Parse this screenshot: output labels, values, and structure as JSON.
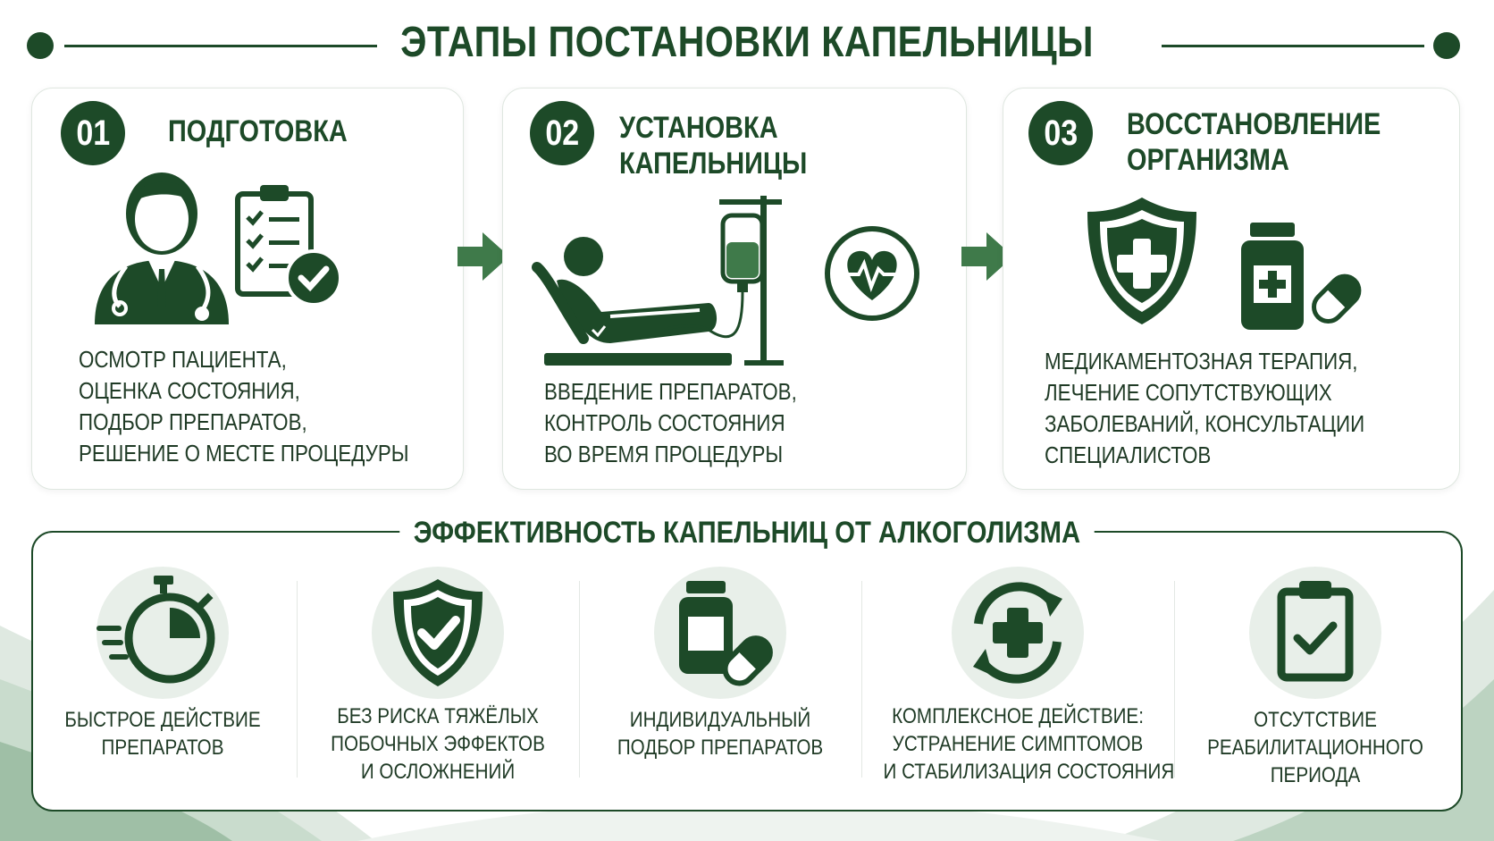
{
  "header": {
    "title": "ЭТАПЫ ПОСТАНОВКИ КАПЕЛЬНИЦЫ"
  },
  "stages": [
    {
      "number": "01",
      "title_lines": [
        "ПОДГОТОВКА"
      ],
      "desc_lines": [
        "ОСМОТР ПАЦИЕНТА,",
        "ОЦЕНКА СОСТОЯНИЯ,",
        "ПОДБОР ПРЕПАРАТОВ,",
        "РЕШЕНИЕ О МЕСТЕ ПРОЦЕДУРЫ"
      ],
      "icons": [
        "doctor-icon",
        "checklist-icon"
      ]
    },
    {
      "number": "02",
      "title_lines": [
        "УСТАНОВКА",
        "КАПЕЛЬНИЦЫ"
      ],
      "desc_lines": [
        "ВВЕДЕНИЕ ПРЕПАРАТОВ,",
        "КОНТРОЛЬ СОСТОЯНИЯ",
        "ВО ВРЕМЯ ПРОЦЕДУРЫ"
      ],
      "icons": [
        "patient-drip-icon",
        "heartbeat-icon"
      ]
    },
    {
      "number": "03",
      "title_lines": [
        "ВОССТАНОВЛЕНИЕ",
        "ОРГАНИЗМА"
      ],
      "desc_lines": [
        "МЕДИКАМЕНТОЗНАЯ ТЕРАПИЯ,",
        "ЛЕЧЕНИЕ СОПУТСТВУЮЩИХ",
        "ЗАБОЛЕВАНИЙ, КОНСУЛЬТАЦИИ",
        "СПЕЦИАЛИСТОВ"
      ],
      "icons": [
        "shield-cross-icon",
        "medicine-icon"
      ]
    }
  ],
  "efficiency": {
    "title": "ЭФФЕКТИВНОСТЬ КАПЕЛЬНИЦ ОТ АЛКОГОЛИЗМА",
    "items": [
      {
        "icon": "stopwatch-icon",
        "lines": [
          "БЫСТРОЕ ДЕЙСТВИЕ",
          "ПРЕПАРАТОВ"
        ]
      },
      {
        "icon": "shield-check-icon",
        "lines": [
          "БЕЗ РИСКА ТЯЖЁЛЫХ",
          "ПОБОЧНЫХ ЭФФЕКТОВ",
          "И ОСЛОЖНЕНИЙ"
        ]
      },
      {
        "icon": "pills-icon",
        "lines": [
          "ИНДИВИДУАЛЬНЫЙ",
          "ПОДБОР ПРЕПАРАТОВ"
        ]
      },
      {
        "icon": "cycle-cross-icon",
        "lines": [
          "КОМПЛЕКСНОЕ ДЕЙСТВИЕ:",
          "УСТРАНЕНИЕ СИМПТОМОВ",
          "И СТАБИЛИЗАЦИЯ СОСТОЯНИЯ"
        ]
      },
      {
        "icon": "clipboard-check-icon",
        "lines": [
          "ОТСУТСТВИЕ",
          "РЕАБИЛИТАЦИОННОГО",
          "ПЕРИОДА"
        ]
      }
    ]
  },
  "colors": {
    "primary": "#1d4a28",
    "accent": "#3f7a4a",
    "icon_bg": "#e8efe9"
  }
}
